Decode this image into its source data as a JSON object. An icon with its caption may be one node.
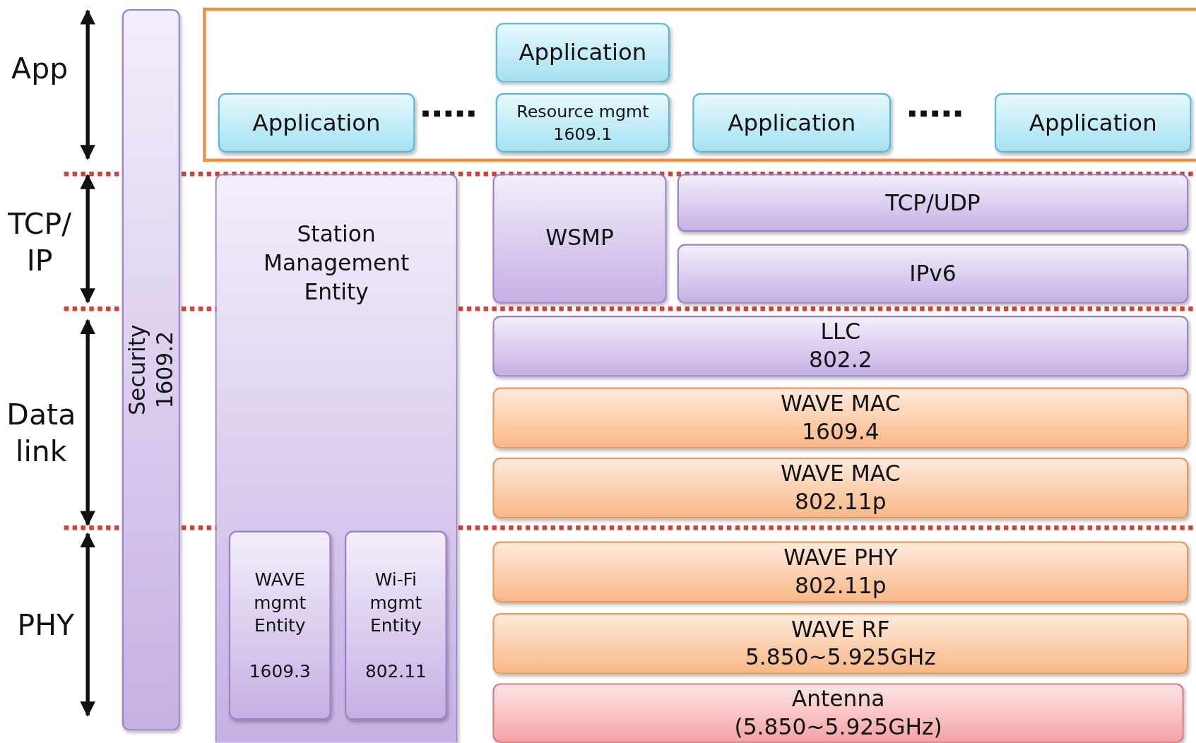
{
  "diagram": {
    "nodes": [
      {
        "text": [
          "Security 1609.2"
        ]
      },
      {
        "text": [],
        "shape": "box"
      },
      {
        "text": [
          "Application"
        ],
        "in": 1
      },
      {
        "text": [
          "Application"
        ],
        "in": 1
      },
      {
        "text": [
          "Resource mgmt 1609.1"
        ],
        "in": 1
      },
      {
        "text": [
          "Application"
        ],
        "in": 1
      },
      {
        "text": [
          "Application"
        ],
        "in": 1
      },
      {
        "text": [
          "Station Management Entity"
        ]
      },
      {
        "text": [
          "WAVE mgmt Entity",
          "1609.3"
        ],
        "in": 7
      },
      {
        "text": [
          "Wi-Fi mgmt Entity",
          "802.11"
        ],
        "in": 7
      },
      {
        "text": [
          "WSMP"
        ]
      },
      {
        "text": [
          "TCP/UDP"
        ]
      },
      {
        "text": [
          "IPv6"
        ]
      },
      {
        "text": [
          "LLC 802.2"
        ]
      },
      {
        "text": [
          "WAVE MAC 1609.4"
        ]
      },
      {
        "text": [
          "WAVE MAC 802.11p"
        ]
      },
      {
        "text": [
          "WAVE PHY 802.11p"
        ]
      },
      {
        "text": [
          "WAVE RF 5.850~5.925GHz"
        ]
      },
      {
        "text": [
          "Antenna (5.850~5.925GHz)"
        ]
      }
    ],
    "edges": [],
    "labels": [
      "App",
      "TCP/ IP",
      "Data link",
      "PHY"
    ]
  }
}
